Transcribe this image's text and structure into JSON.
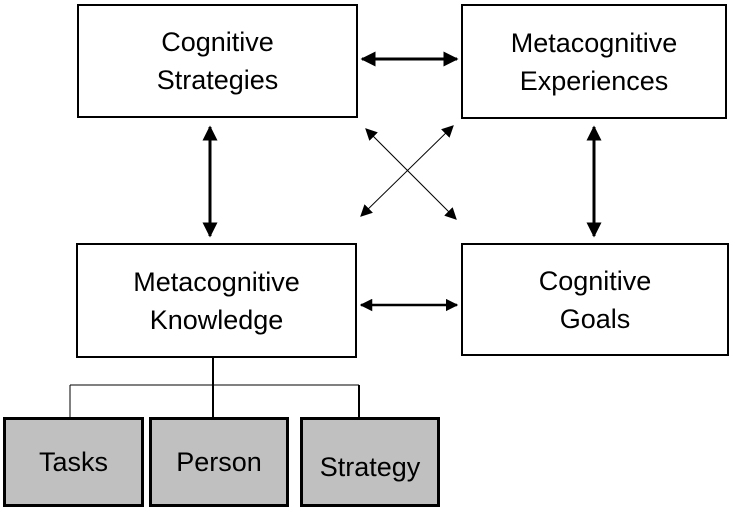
{
  "diagram": {
    "nodes": {
      "cognitive_strategies": {
        "line1": "Cognitive",
        "line2": "Strategies"
      },
      "metacognitive_experiences": {
        "line1": "Metacognitive",
        "line2": "Experiences"
      },
      "metacognitive_knowledge": {
        "line1": "Metacognitive",
        "line2": "Knowledge"
      },
      "cognitive_goals": {
        "line1": "Cognitive",
        "line2": "Goals"
      },
      "tasks": {
        "label": "Tasks"
      },
      "person": {
        "label": "Person"
      },
      "strategy": {
        "label": "Strategy"
      }
    },
    "edges": [
      {
        "from": "Cognitive Strategies",
        "to": "Metacognitive Experiences",
        "type": "bidirectional"
      },
      {
        "from": "Cognitive Strategies",
        "to": "Metacognitive Knowledge",
        "type": "bidirectional"
      },
      {
        "from": "Metacognitive Experiences",
        "to": "Cognitive Goals",
        "type": "bidirectional"
      },
      {
        "from": "Metacognitive Knowledge",
        "to": "Cognitive Goals",
        "type": "bidirectional"
      },
      {
        "from": "Cognitive Strategies",
        "to": "Cognitive Goals",
        "type": "bidirectional-thin"
      },
      {
        "from": "Metacognitive Experiences",
        "to": "Metacognitive Knowledge",
        "type": "bidirectional-thin"
      },
      {
        "from": "Metacognitive Knowledge",
        "to": [
          "Tasks",
          "Person",
          "Strategy"
        ],
        "type": "tree"
      }
    ],
    "colors": {
      "line": "#000000",
      "subbox_fill": "#c0c0c0",
      "box_fill": "#ffffff"
    }
  }
}
